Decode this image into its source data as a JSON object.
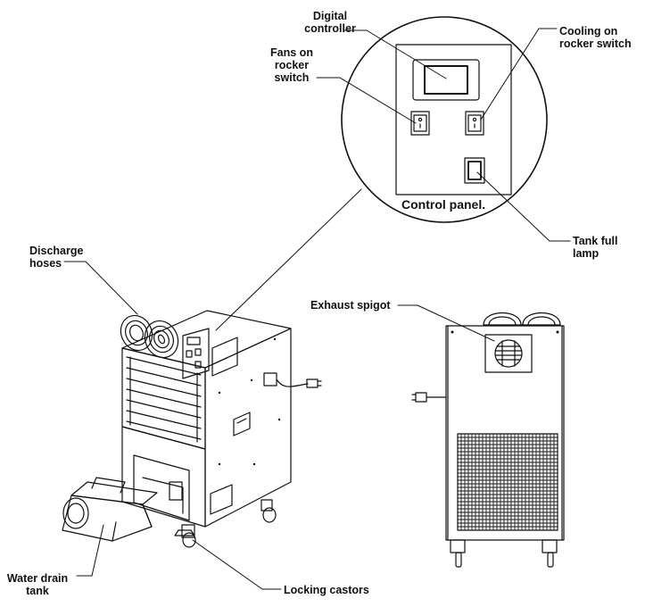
{
  "labels": {
    "digital_controller": [
      "Digital",
      "controller"
    ],
    "fans_switch": [
      "Fans on",
      "rocker",
      "switch"
    ],
    "cooling_switch": [
      "Cooling on",
      "rocker switch"
    ],
    "control_panel": "Control panel.",
    "tank_full_lamp": [
      "Tank full",
      "lamp"
    ],
    "discharge_hoses": [
      "Discharge",
      "hoses"
    ],
    "exhaust_spigot": "Exhaust spigot",
    "water_drain_tank": [
      "Water drain",
      "tank"
    ],
    "locking_castors": "Locking castors"
  },
  "colors": {
    "line": "#111111",
    "background": "#ffffff"
  }
}
